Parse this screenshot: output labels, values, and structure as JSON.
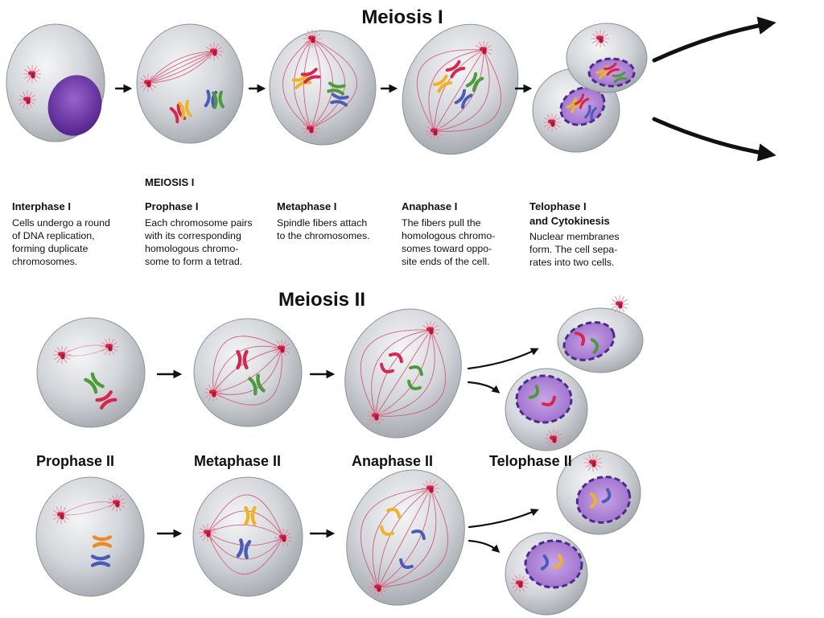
{
  "meiosis_1": {
    "title": "Meiosis I",
    "section_label": "MEIOSIS I",
    "stages": [
      {
        "name": [
          "Interphase I"
        ],
        "description": [
          "Cells undergo a round",
          "of DNA replication,",
          "forming duplicate",
          "chromosomes."
        ]
      },
      {
        "name": [
          "Prophase I"
        ],
        "description": [
          "Each chromosome pairs",
          "with its corresponding",
          "homologous chromo-",
          "some to form a tetrad."
        ]
      },
      {
        "name": [
          "Metaphase I"
        ],
        "description": [
          "Spindle fibers attach",
          "to the chromosomes."
        ]
      },
      {
        "name": [
          "Anaphase I"
        ],
        "description": [
          "The fibers pull the",
          "homologous chromo-",
          "somes toward oppo-",
          "site ends of the cell."
        ]
      },
      {
        "name": [
          "Telophase I",
          "and Cytokinesis"
        ],
        "description": [
          "Nuclear membranes",
          "form. The cell sepa-",
          "rates into two cells."
        ]
      }
    ]
  },
  "meiosis_2": {
    "title": "Meiosis II",
    "stages": [
      "Prophase II",
      "Metaphase II",
      "Anaphase II",
      "Telophase II"
    ]
  },
  "colors": {
    "spindle": "#d24a6b",
    "centrosome": "#d61f45",
    "nucleus": "#7b3fb3",
    "nuclear_membrane": "#4b2a8c",
    "chromosome_red": "#d8274d",
    "chromosome_yellow": "#f0b323",
    "chromosome_green": "#4b9b3a",
    "chromosome_blue": "#4a5cb8",
    "chromosome_orange": "#ec8a2a",
    "arrow": "#111111"
  }
}
